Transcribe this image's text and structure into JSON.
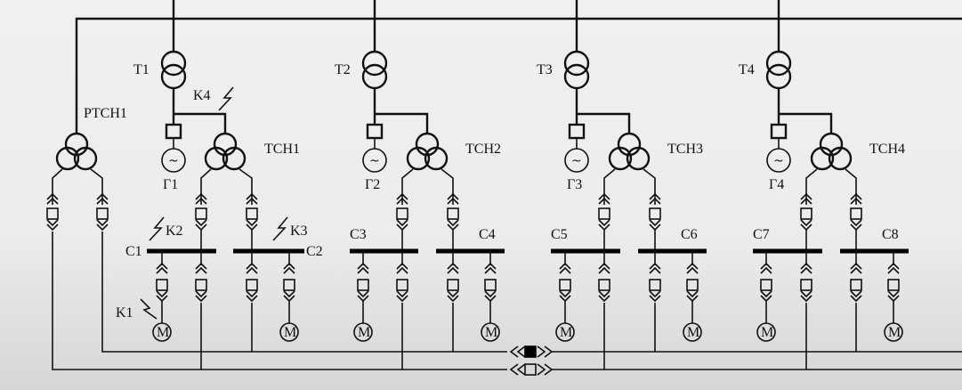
{
  "labels": {
    "T1": "T1",
    "T2": "T2",
    "T3": "T3",
    "T4": "T4",
    "PTCH1": "PTCH1",
    "TCH1": "TCH1",
    "TCH2": "TCH2",
    "TCH3": "TCH3",
    "TCH4": "TCH4",
    "G1": "Г1",
    "G2": "Г2",
    "G3": "Г3",
    "G4": "Г4",
    "C1": "C1",
    "C2": "C2",
    "C3": "C3",
    "C4": "C4",
    "C5": "C5",
    "C6": "C6",
    "C7": "C7",
    "C8": "C8",
    "K1": "K1",
    "K2": "K2",
    "K3": "K3",
    "K4": "K4",
    "motor": "M",
    "generator": "~"
  }
}
